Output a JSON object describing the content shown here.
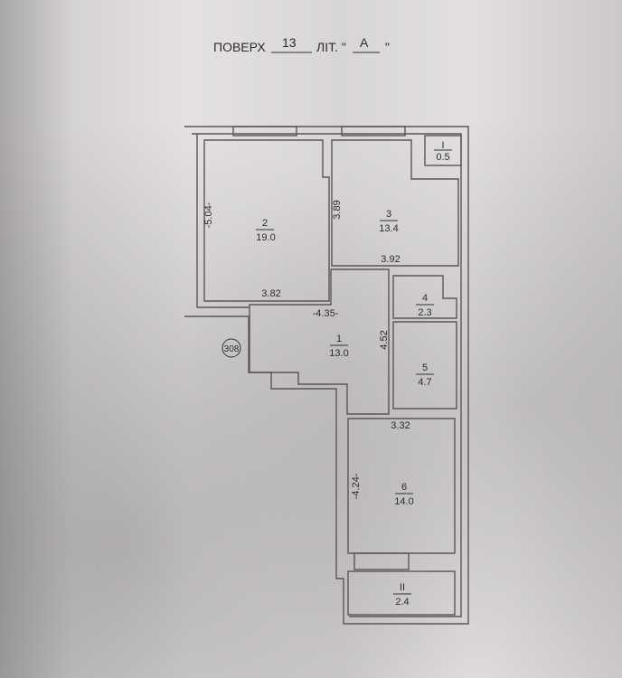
{
  "header": {
    "floor_label": "ПОВЕРХ",
    "floor_value": "13",
    "lit_label": "ЛІТ. \"",
    "lit_value": "А",
    "lit_close": "\""
  },
  "apartment_number": "308",
  "rooms": [
    {
      "number": "1",
      "area": "13.0"
    },
    {
      "number": "2",
      "area": "19.0"
    },
    {
      "number": "3",
      "area": "13.4"
    },
    {
      "number": "4",
      "area": "2.3"
    },
    {
      "number": "5",
      "area": "4.7"
    },
    {
      "number": "6",
      "area": "14.0"
    },
    {
      "number": "I",
      "area": "0.5"
    },
    {
      "number": "II",
      "area": "2.4"
    }
  ],
  "dimensions": {
    "r2_height": "-5.04-",
    "r2_width": "3.82",
    "r3_height": "3.89",
    "r3_width": "3.92",
    "r1_width": "-4.35-",
    "r1_height": "4.52",
    "r6_width": "3.32",
    "r6_height": "-4.24-"
  }
}
